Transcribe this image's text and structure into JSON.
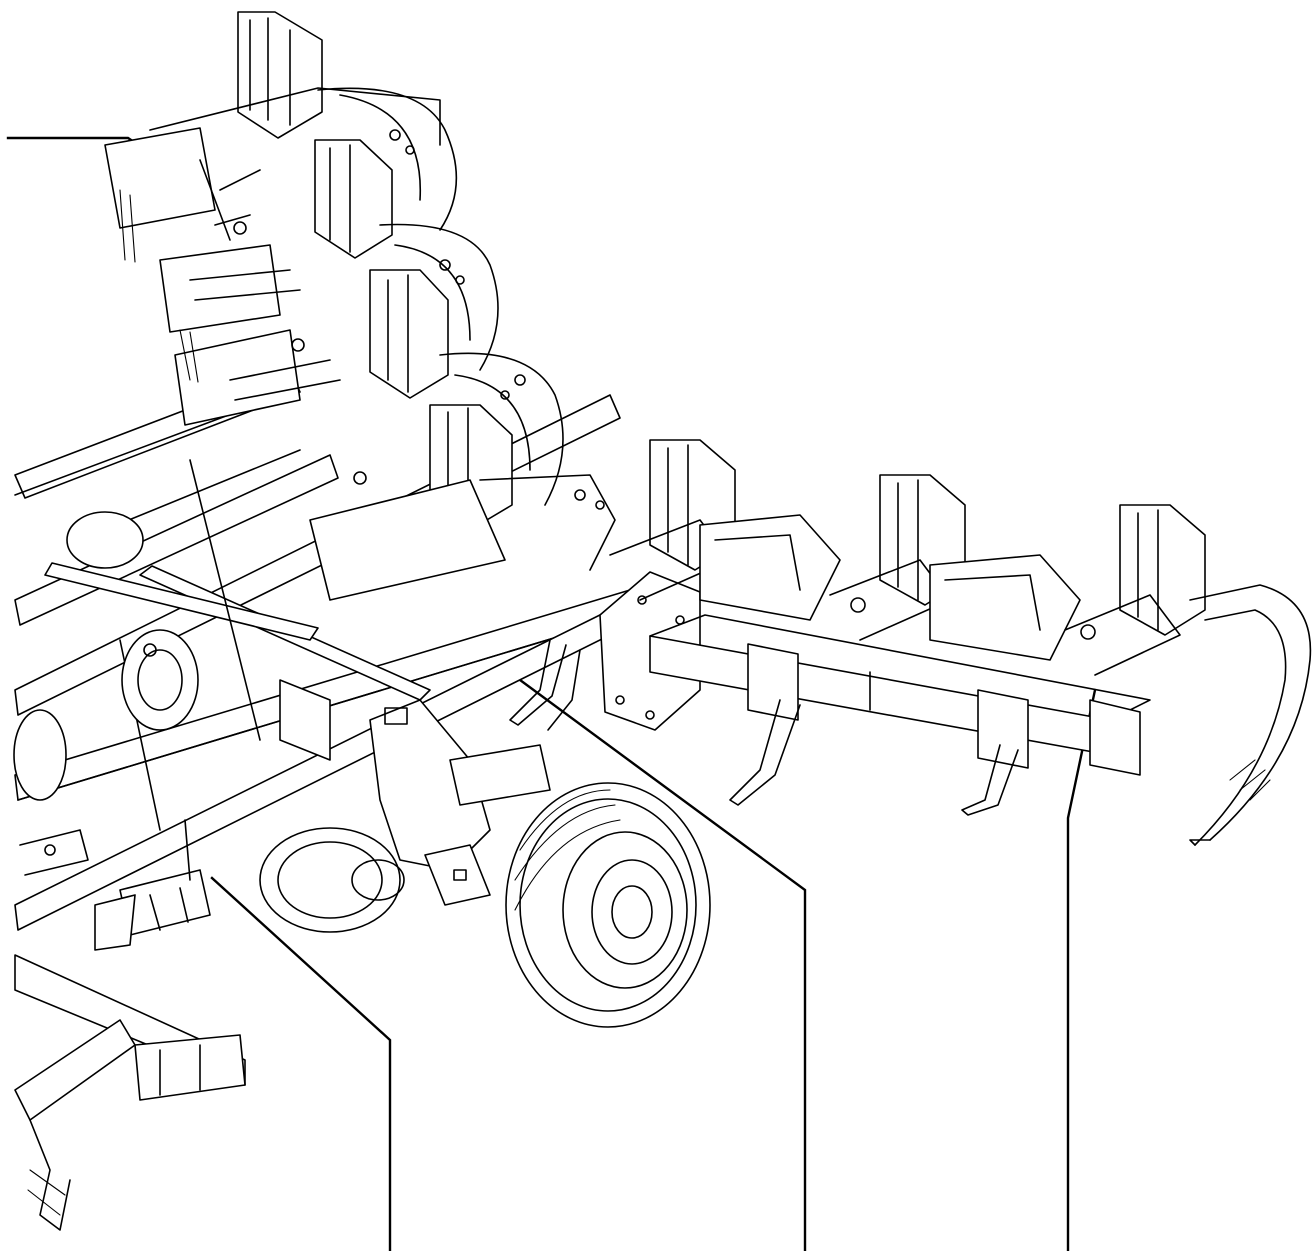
{
  "figure": {
    "subject": "field-cultivator-frame-line-drawing",
    "line_color": "#000000",
    "background": "#ffffff"
  },
  "callouts": [
    {
      "id": "callout-top-left-shank"
    },
    {
      "id": "callout-hitch-bracket"
    },
    {
      "id": "callout-main-frame-bar"
    },
    {
      "id": "callout-wing-frame-end"
    }
  ]
}
